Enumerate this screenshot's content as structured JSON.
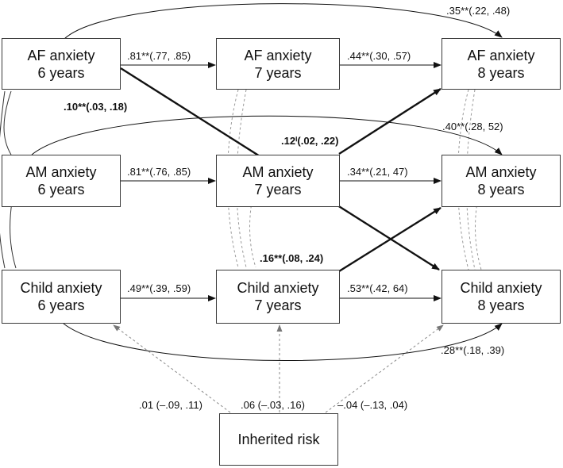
{
  "nodes": {
    "af6": {
      "line1": "AF anxiety",
      "line2": "6 years"
    },
    "af7": {
      "line1": "AF anxiety",
      "line2": "7 years"
    },
    "af8": {
      "line1": "AF anxiety",
      "line2": "8 years"
    },
    "am6": {
      "line1": "AM anxiety",
      "line2": "6 years"
    },
    "am7": {
      "line1": "AM anxiety",
      "line2": "7 years"
    },
    "am8": {
      "line1": "AM anxiety",
      "line2": "8 years"
    },
    "child6": {
      "line1": "Child anxiety",
      "line2": "6 years"
    },
    "child7": {
      "line1": "Child anxiety",
      "line2": "7 years"
    },
    "child8": {
      "line1": "Child anxiety",
      "line2": "8 years"
    },
    "risk": {
      "line1": "Inherited risk"
    }
  },
  "paths": {
    "af6_af7": ".81**(.77, .85)",
    "af7_af8": ".44**(.30, .57)",
    "af6_af8": ".35**(.22, .48)",
    "af6_child8": ".10**(.03, .18)",
    "am6_am7": ".81**(.76, .85)",
    "am7_am8": ".34**(.21, 47)",
    "am6_am8": ".40**(.28, 52)",
    "am7_af8": ".12ⁱ(.02, .22)",
    "child6_child7": ".49**(.39, .59)",
    "child7_child8": ".53**(.42, 64)",
    "child6_child8": ".28**(.18, .39)",
    "child7_am8": ".16**(.08, .24)",
    "risk_child6": ".01 (–.09, .11)",
    "risk_child7": ".06 (–.03, .16)",
    "risk_child8": "–.04 (–.13, .04)"
  }
}
